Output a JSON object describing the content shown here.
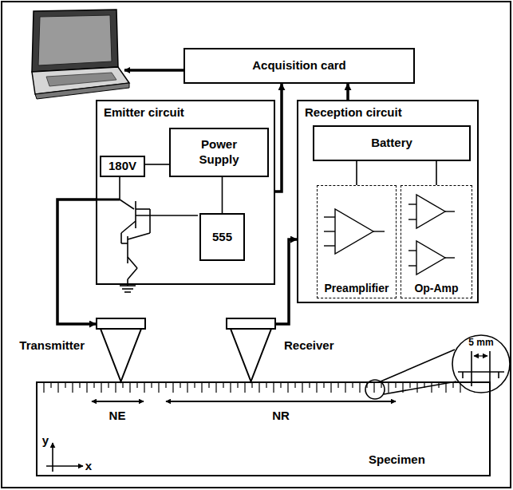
{
  "diagram": {
    "nodes": [
      {
        "text": [
          "Acquisition card"
        ]
      },
      {
        "text": [
          "Emitter circuit"
        ]
      },
      {
        "text": [
          "Power Supply"
        ],
        "in": 1
      },
      {
        "text": [
          "180V"
        ],
        "in": 1
      },
      {
        "text": [
          "555"
        ],
        "in": 1
      },
      {
        "text": [
          "Reception circuit"
        ]
      },
      {
        "text": [
          "Battery"
        ],
        "in": 5
      },
      {
        "text": [
          "Preamplifier"
        ],
        "in": 5
      },
      {
        "text": [
          "Op-Amp"
        ],
        "in": 5
      },
      {
        "text": [
          "Transmitter"
        ]
      },
      {
        "text": [
          "Receiver"
        ]
      },
      {
        "text": [
          "Specimen"
        ]
      }
    ],
    "edges": [
      {
        "from": 1,
        "to": 0,
        "arrow": "to"
      },
      {
        "from": 5,
        "to": 0,
        "arrow": "to"
      },
      {
        "from": 1,
        "to": 9,
        "arrow": "to"
      },
      {
        "from": 10,
        "to": 5,
        "arrow": "to"
      },
      {
        "from": 2,
        "to": 3,
        "arrow": "none"
      },
      {
        "from": 2,
        "to": 4,
        "arrow": "none"
      },
      {
        "from": 6,
        "to": 7,
        "arrow": "none"
      },
      {
        "from": 6,
        "to": 8,
        "arrow": "none"
      }
    ],
    "labels": [
      "NE",
      "NR",
      "5 mm",
      "y",
      "x"
    ]
  }
}
